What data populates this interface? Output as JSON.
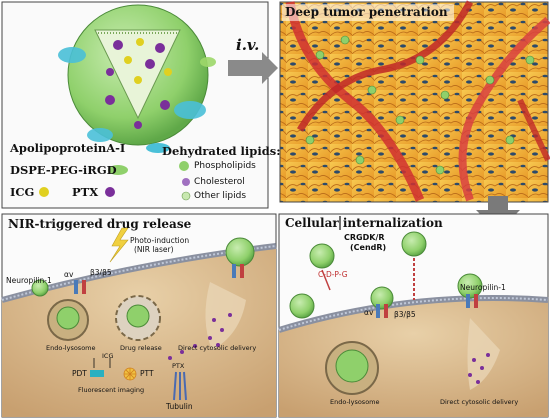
{
  "colors": {
    "nanoparticle": "#8fd06b",
    "tumor_cells": "#f0b030",
    "vessel": "#d03030",
    "cell_interior": "#d8b88a",
    "membrane": "#9aa0b0",
    "arrow": "#808080",
    "purple_drug": "#7a2f9a",
    "yellow_icg": "#e0d020",
    "cyan_apoa1": "#4ac0d8"
  },
  "panel_a": {
    "legend": {
      "apoa1": "ApolipoproteinA-I",
      "dspe": "DSPE-PEG-iRGD",
      "icg": "ICG",
      "ptx": "PTX"
    },
    "lipids": {
      "title": "Dehydrated lipids:",
      "phospholipids": "Phospholipids",
      "cholesterol": "Cholesterol",
      "other": "Other lipids"
    },
    "route": "i.v."
  },
  "panel_b": {
    "title": "Deep tumor penetration"
  },
  "panel_c": {
    "title": "Cellular internalization",
    "receptor": "CRGDK/R",
    "receptor_sub": "(CendR)",
    "neuropilin": "Neuropilin-1",
    "integrin": "β3/β5",
    "alpha": "αv",
    "endo": "Endo-lysosome",
    "direct": "Direct cytosolic delivery",
    "peptide": "C-D-P-G"
  },
  "panel_d": {
    "title": "NIR-triggered drug release",
    "photo": "Photo-induction",
    "nir": "(NIR laser)",
    "neuropilin": "Neuropilin-1",
    "integrin": "β3/β5",
    "alpha": "αv",
    "endo": "Endo-lysosome",
    "release": "Drug release",
    "direct": "Direct cytosolic delivery",
    "icg": "ICG",
    "ptx": "PTX",
    "pdt": "PDT",
    "ptt": "PTT",
    "imaging": "Fluorescent imaging",
    "tubulin": "Tubulin"
  }
}
